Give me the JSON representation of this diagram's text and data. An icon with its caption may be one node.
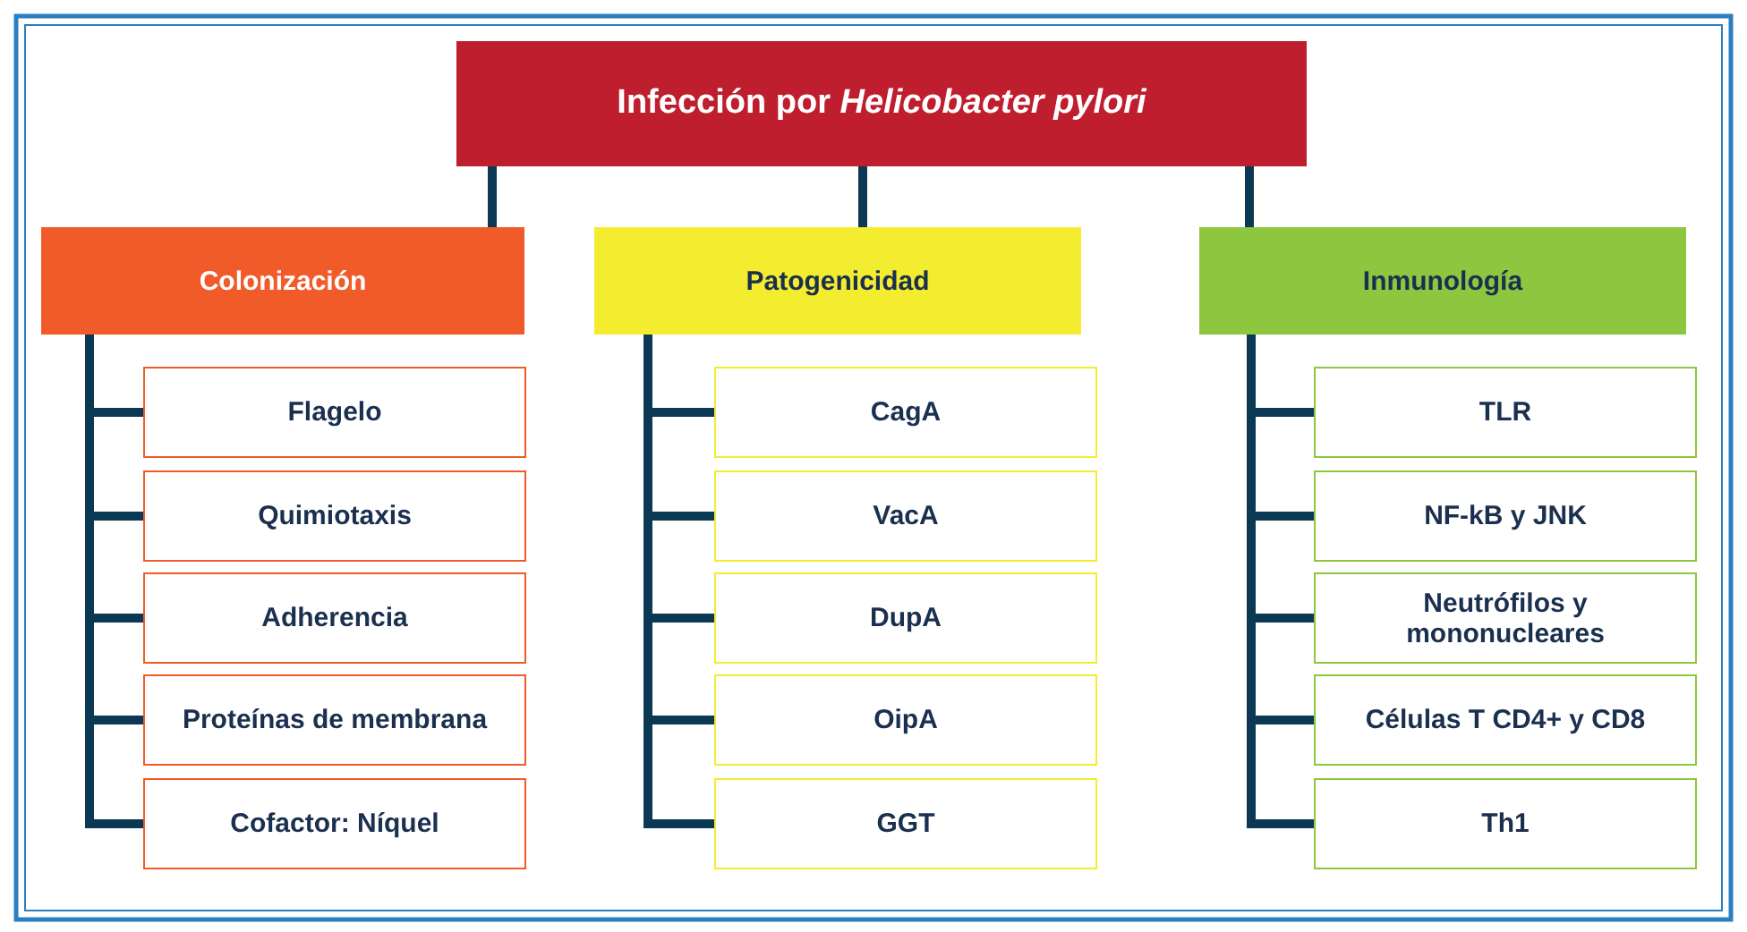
{
  "diagram": {
    "nodes": [
      {
        "text": [
          "Infección por *Helicobacter pylori*"
        ]
      },
      {
        "text": [
          "Colonización"
        ]
      },
      {
        "text": [
          "Flagelo"
        ]
      },
      {
        "text": [
          "Quimiotaxis"
        ]
      },
      {
        "text": [
          "Adherencia"
        ]
      },
      {
        "text": [
          "Proteínas de membrana"
        ]
      },
      {
        "text": [
          "Cofactor: Níquel"
        ]
      },
      {
        "text": [
          "Patogenicidad"
        ]
      },
      {
        "text": [
          "CagA"
        ]
      },
      {
        "text": [
          "VacA"
        ]
      },
      {
        "text": [
          "DupA"
        ]
      },
      {
        "text": [
          "OipA"
        ]
      },
      {
        "text": [
          "GGT"
        ]
      },
      {
        "text": [
          "Inmunología"
        ]
      },
      {
        "text": [
          "TLR"
        ]
      },
      {
        "text": [
          "NF-kB y JNK"
        ]
      },
      {
        "text": [
          "Neutrófilos y mononucleares"
        ]
      },
      {
        "text": [
          "Células T CD4+ y CD8"
        ]
      },
      {
        "text": [
          "Th1"
        ]
      }
    ],
    "edges": [
      {
        "from": 0,
        "to": 1,
        "arrow": "none"
      },
      {
        "from": 0,
        "to": 7,
        "arrow": "none"
      },
      {
        "from": 0,
        "to": 13,
        "arrow": "none"
      },
      {
        "from": 1,
        "to": 2,
        "arrow": "none"
      },
      {
        "from": 1,
        "to": 3,
        "arrow": "none"
      },
      {
        "from": 1,
        "to": 4,
        "arrow": "none"
      },
      {
        "from": 1,
        "to": 5,
        "arrow": "none"
      },
      {
        "from": 1,
        "to": 6,
        "arrow": "none"
      },
      {
        "from": 7,
        "to": 8,
        "arrow": "none"
      },
      {
        "from": 7,
        "to": 9,
        "arrow": "none"
      },
      {
        "from": 7,
        "to": 10,
        "arrow": "none"
      },
      {
        "from": 7,
        "to": 11,
        "arrow": "none"
      },
      {
        "from": 7,
        "to": 12,
        "arrow": "none"
      },
      {
        "from": 13,
        "to": 14,
        "arrow": "none"
      },
      {
        "from": 13,
        "to": 15,
        "arrow": "none"
      },
      {
        "from": 13,
        "to": 16,
        "arrow": "none"
      },
      {
        "from": 13,
        "to": 17,
        "arrow": "none"
      },
      {
        "from": 13,
        "to": 18,
        "arrow": "none"
      }
    ]
  }
}
